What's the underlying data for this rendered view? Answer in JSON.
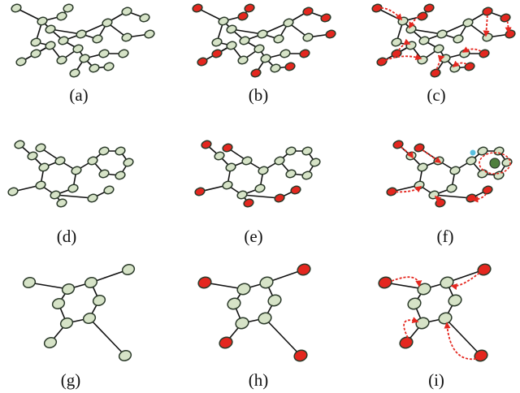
{
  "panels": [
    {
      "label": "(a)"
    },
    {
      "label": "(b)"
    },
    {
      "label": "(c)"
    },
    {
      "label": "(d)"
    },
    {
      "label": "(e)"
    },
    {
      "label": "(f)"
    },
    {
      "label": "(g)"
    },
    {
      "label": "(h)"
    },
    {
      "label": "(i)"
    }
  ],
  "colors": {
    "node_fill": "#d6e3c7",
    "node_stroke": "#2b3a2a",
    "edge": "#111111",
    "highlight_fill": "#e4271f",
    "arrow": "#e4271f",
    "center_atom": "#4f7f3d",
    "aux_atom": "#5bc0de"
  }
}
